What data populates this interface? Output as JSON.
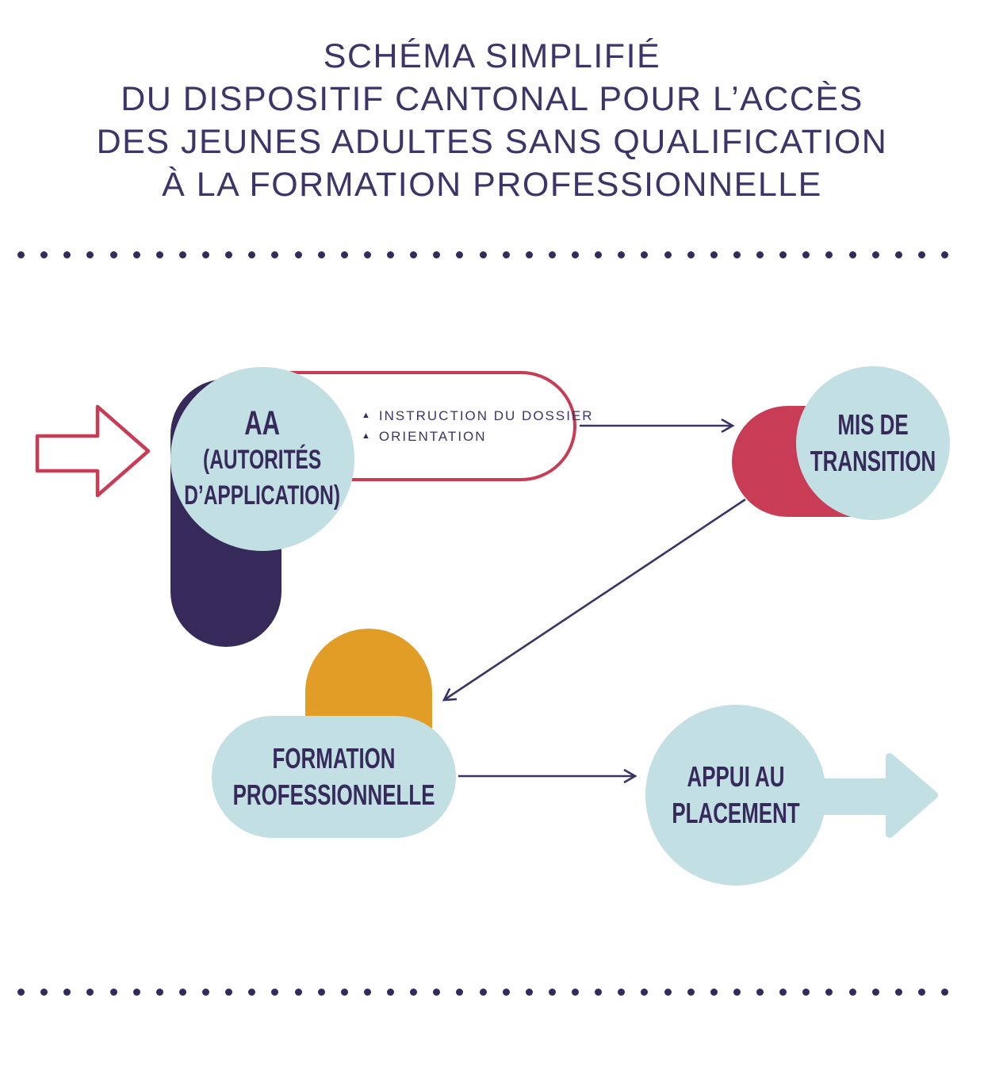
{
  "title": {
    "lines": [
      "SCHÉMA SIMPLIFIÉ",
      "DU DISPOSITIF CANTONAL POUR L’ACCÈS",
      "DES JEUNES ADULTES SANS QUALIFICATION",
      "À LA FORMATION PROFESSIONNELLE"
    ]
  },
  "separators": {
    "dot_count": 41
  },
  "diagram": {
    "aa": {
      "lines": [
        "AA",
        "(AUTORITÉS",
        "D’APPLICATION)"
      ]
    },
    "process": {
      "items": [
        {
          "icon": "▲",
          "label": "INSTRUCTION DU DOSSIER"
        },
        {
          "icon": "▲",
          "label": "ORIENTATION"
        }
      ]
    },
    "mis": {
      "lines": [
        "MIS DE",
        "TRANSITION"
      ]
    },
    "formation": {
      "lines": [
        "FORMATION",
        "PROFESSIONNELLE"
      ]
    },
    "appui": {
      "lines": [
        "APPUI AU",
        "PLACEMENT"
      ]
    }
  },
  "colors": {
    "navy": "#362A5A",
    "navy-text": "#3E3468",
    "light-blue": "#C2DFE4",
    "crimson": "#C83C56",
    "orange": "#E29D26",
    "line": "#3A3366",
    "dot": "#342A5C"
  }
}
